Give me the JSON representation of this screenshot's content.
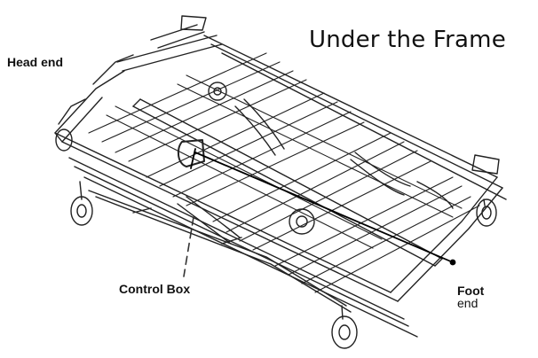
{
  "diagram": {
    "title": "Under the Frame",
    "labels": {
      "head_end": "Head end",
      "control_box": "Control Box",
      "foot_line1": "Foot",
      "foot_line2": "end"
    },
    "colors": {
      "line": "#222222",
      "fill": "#ffffff",
      "text": "#111111"
    }
  }
}
